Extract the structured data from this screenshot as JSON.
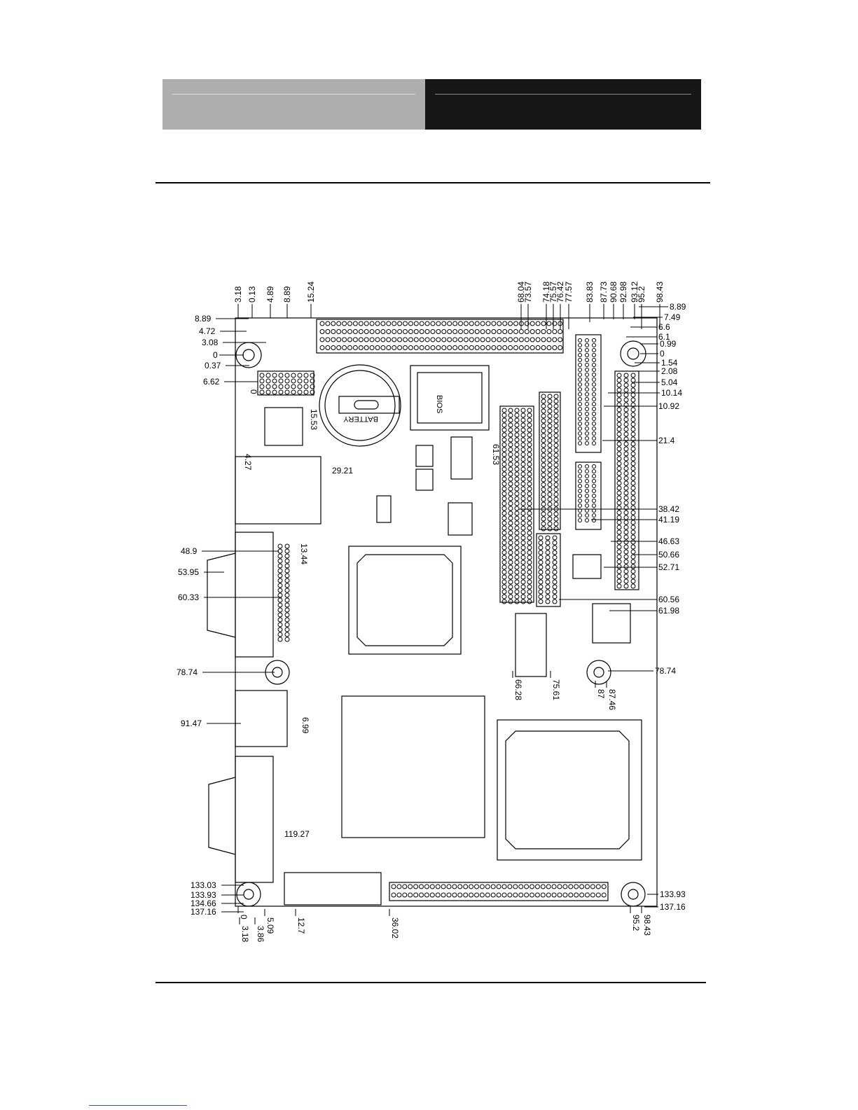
{
  "diagram": {
    "labels": {
      "battery": "BATTERY",
      "bios": "BIOS"
    },
    "dimensions": {
      "left": [
        "8.89",
        "4.72",
        "3.08",
        "0",
        "0.37",
        "6.62",
        "48.9",
        "53.95",
        "60.33",
        "78.74",
        "91.47",
        "133.03",
        "133.93",
        "134.66",
        "137.16"
      ],
      "right": [
        "8.89",
        "7.49",
        "6.6",
        "6.1",
        "0.99",
        "0",
        "1.54",
        "2.08",
        "5.04",
        "10.14",
        "10.92",
        "21.4",
        "38.42",
        "41.19",
        "46.63",
        "50.66",
        "52.71",
        "60.56",
        "61.98",
        "78.74",
        "133.93",
        "137.16"
      ],
      "top": [
        "3.18",
        "0.13",
        "4.89",
        "8.89",
        "15.24",
        "68.04",
        "73.57",
        "74.18",
        "75.57",
        "76.42",
        "77.57",
        "83.83",
        "87.73",
        "90.68",
        "92.98",
        "93.12",
        "95.2",
        "98.43"
      ],
      "inner": [
        "0",
        "15.53",
        "4.27",
        "29.21",
        "13.44",
        "61.53",
        "6.99",
        "119.27"
      ],
      "bottom": [
        "0",
        "3.18",
        "3.86",
        "5.09",
        "12.7",
        "36.02",
        "66.28",
        "75.61",
        "87",
        "87.46",
        "95.2",
        "98.43"
      ]
    }
  }
}
